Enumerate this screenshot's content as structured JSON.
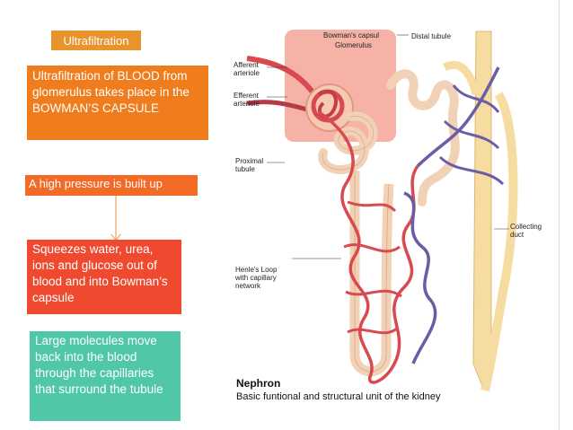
{
  "slide": {
    "title": "Ultrafiltration",
    "box1": "Ultrafiltration of BLOOD from glomerulus takes place in the BOWMAN’S CAPSULE",
    "box2": "A high pressure is built up",
    "box3": "Squeezes water, urea, ions and glucose out of blood and into Bowman’s capsule",
    "box4": "Large molecules move back into the blood through the capillaries that surround the tubule"
  },
  "diagram": {
    "labels": {
      "bowmans_capsule": "Bowman's capsul",
      "glomerulus": "Glomerulus",
      "distal_tubule": "Distal tubule",
      "afferent": "Afferent arteriole",
      "efferent": "Efferent arteriole",
      "proximal": "Proximal tubule",
      "collecting": "Collecting duct",
      "henle": "Henle's Loop with capillary network"
    },
    "caption_title": "Nephron",
    "caption_sub": "Basic funtional and structural unit of the kidney"
  },
  "colors": {
    "title_box": "#e8942a",
    "box1": "#f07d1d",
    "box2": "#f26a25",
    "box3": "#ef4a2f",
    "box4": "#4fc7a8",
    "highlight": "#f5a596",
    "artery": "#d84a4f",
    "vein": "#6a5da6",
    "tubule": "#f2d2b6",
    "collecting_duct": "#f6dca0"
  }
}
